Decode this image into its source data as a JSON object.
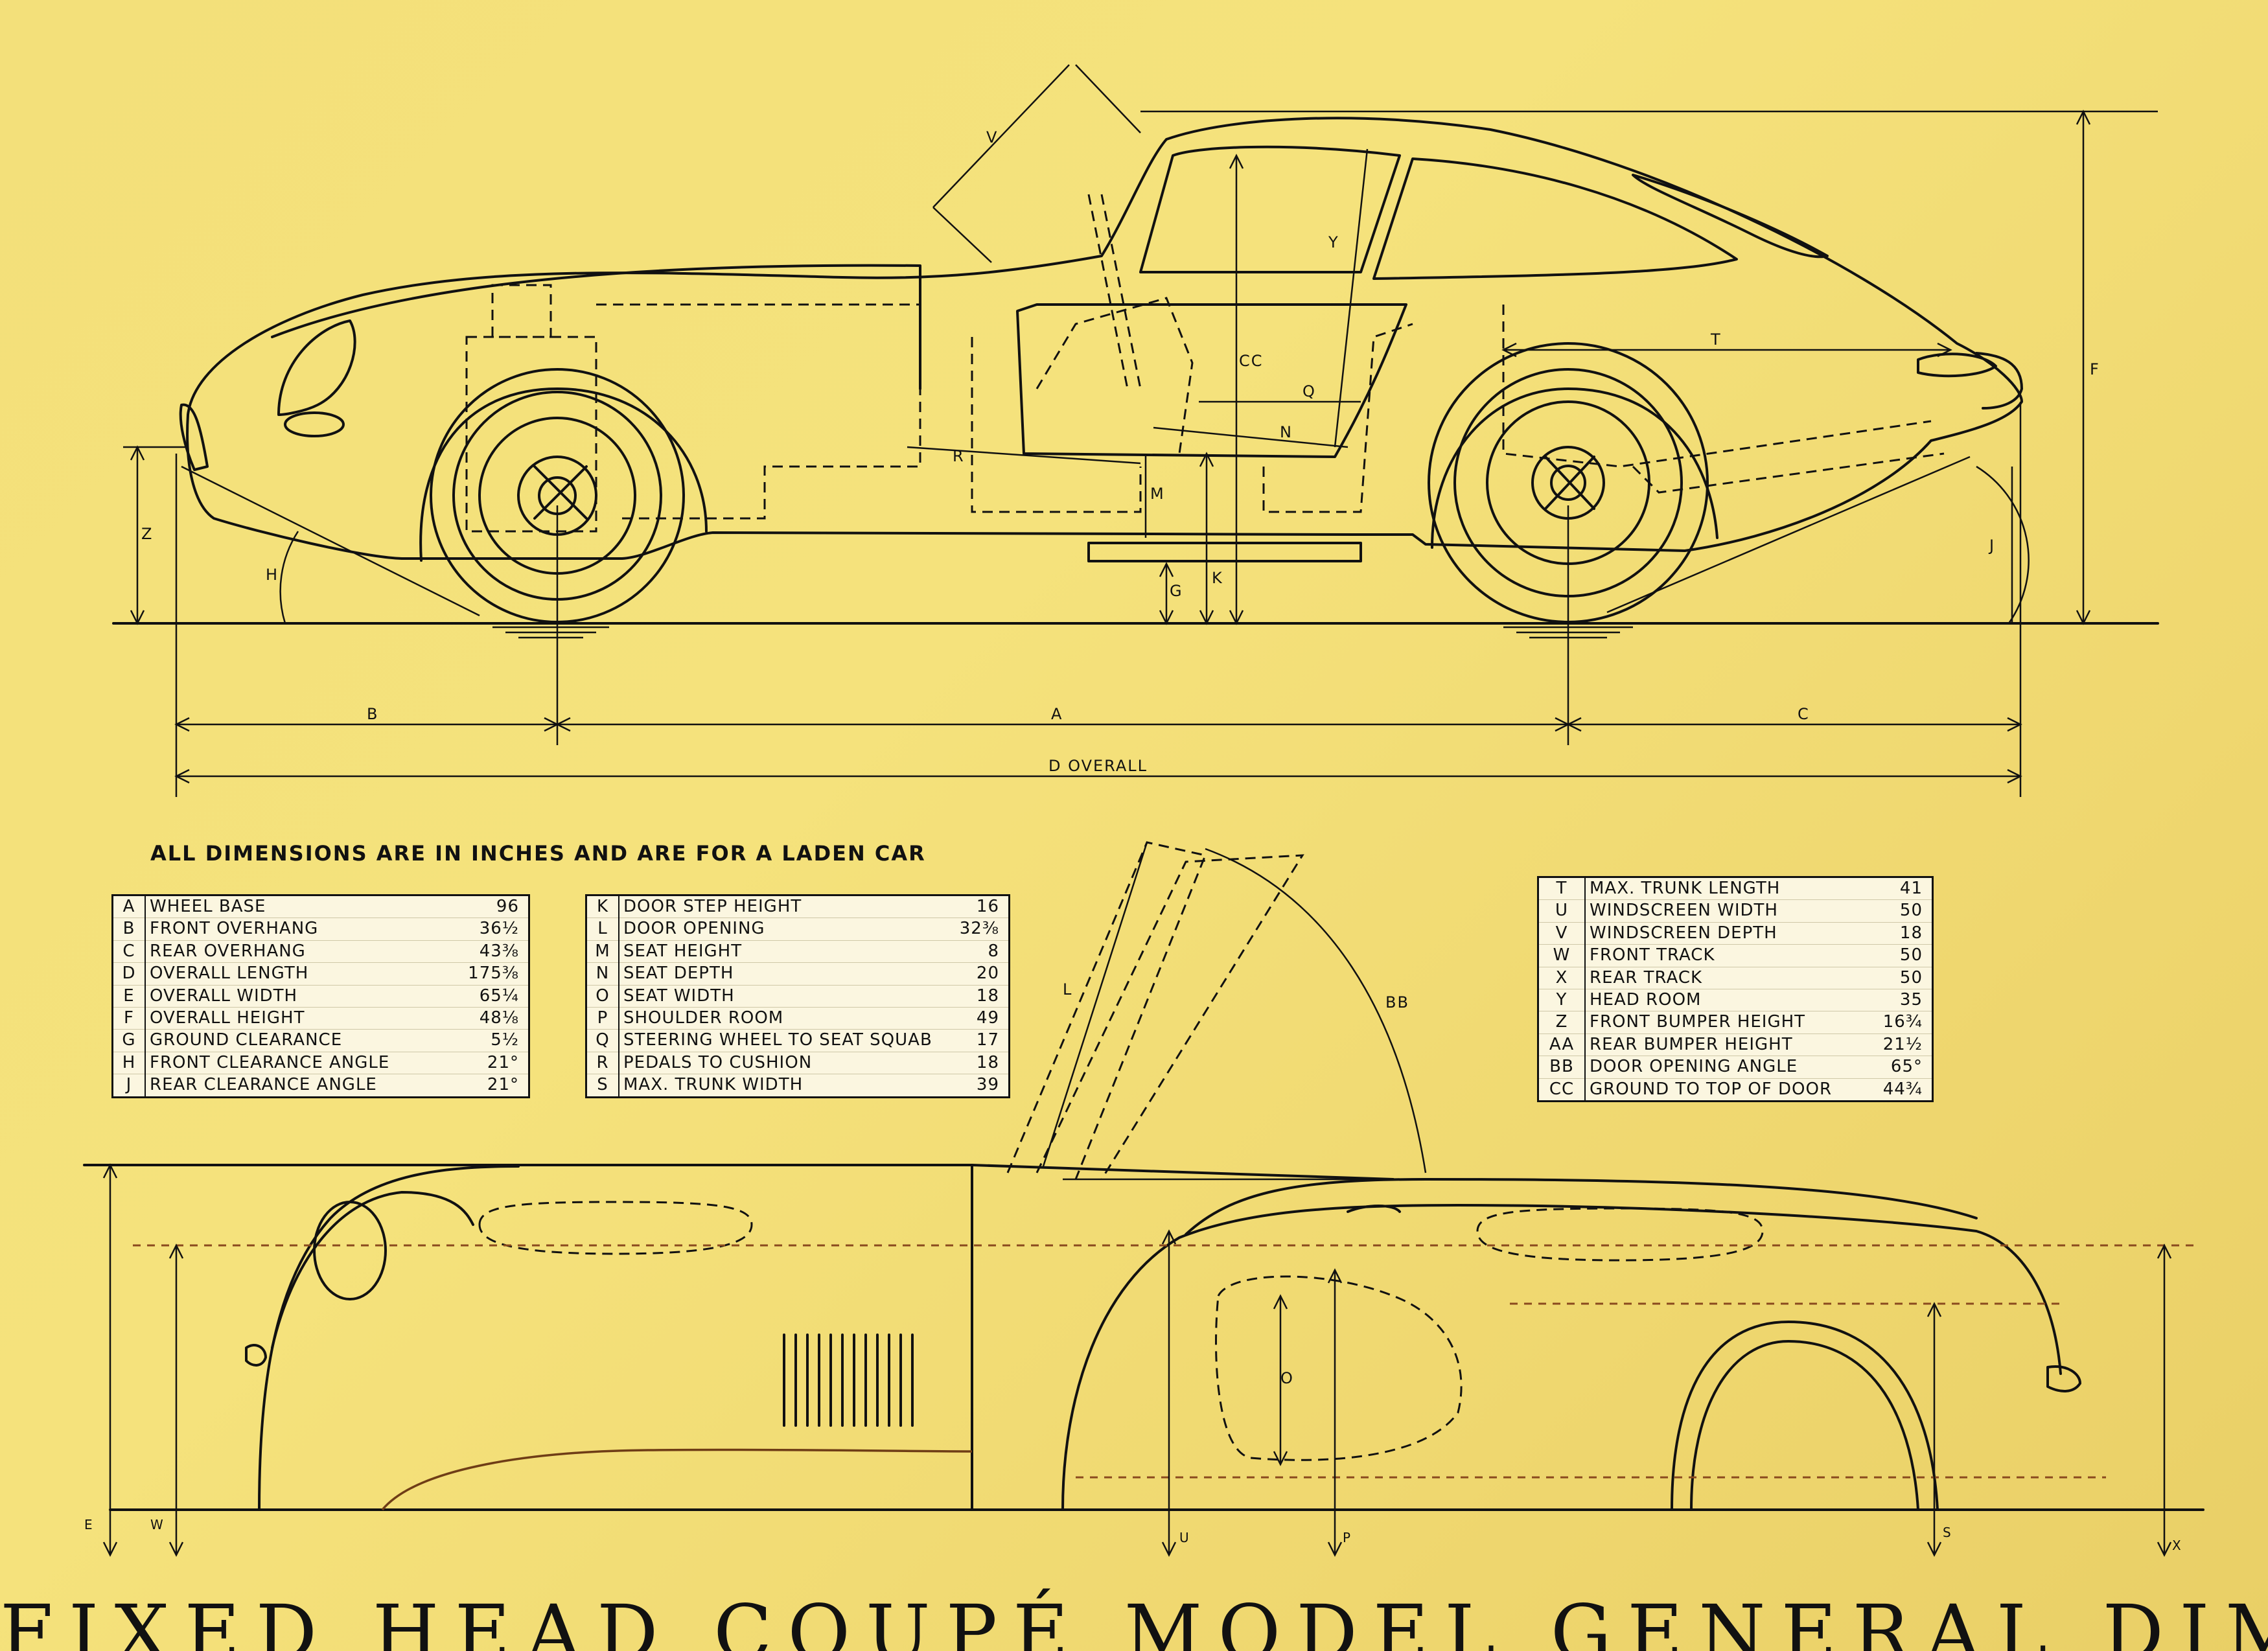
{
  "note": "ALL DIMENSIONS ARE IN INCHES AND ARE FOR A LADEN CAR",
  "title": "FIXED HEAD COUPÉ MODEL GENERAL DIMENSIONS",
  "colors": {
    "paper": "#f4e07a",
    "ink": "#111111",
    "guide": "#8a4a1e"
  },
  "diagram_labels": {
    "side": {
      "A": "A",
      "B": "B",
      "C": "C",
      "D": "D OVERALL",
      "F": "F",
      "G": "G",
      "H": "H",
      "J": "J",
      "K": "K",
      "M": "M",
      "N": "N",
      "Q": "Q",
      "R": "R",
      "T": "T",
      "V": "V",
      "Y": "Y",
      "Z": "Z",
      "CC": "CC"
    },
    "front": {
      "E": "E",
      "W": "W",
      "U": "U",
      "P": "P",
      "O": "O",
      "S": "S",
      "X": "X",
      "L": "L",
      "BB": "BB"
    }
  },
  "tables": {
    "left": [
      {
        "code": "A",
        "name": "WHEEL BASE",
        "value": "96"
      },
      {
        "code": "B",
        "name": "FRONT OVERHANG",
        "value": "36½"
      },
      {
        "code": "C",
        "name": "REAR OVERHANG",
        "value": "43⅜"
      },
      {
        "code": "D",
        "name": "OVERALL LENGTH",
        "value": "175⅜"
      },
      {
        "code": "E",
        "name": "OVERALL WIDTH",
        "value": "65¼"
      },
      {
        "code": "F",
        "name": "OVERALL HEIGHT",
        "value": "48⅛"
      },
      {
        "code": "G",
        "name": "GROUND CLEARANCE",
        "value": "5½"
      },
      {
        "code": "H",
        "name": "FRONT CLEARANCE ANGLE",
        "value": "21°"
      },
      {
        "code": "J",
        "name": "REAR CLEARANCE ANGLE",
        "value": "21°"
      }
    ],
    "middle": [
      {
        "code": "K",
        "name": "DOOR STEP HEIGHT",
        "value": "16"
      },
      {
        "code": "L",
        "name": "DOOR OPENING",
        "value": "32⅜"
      },
      {
        "code": "M",
        "name": "SEAT HEIGHT",
        "value": "8"
      },
      {
        "code": "N",
        "name": "SEAT DEPTH",
        "value": "20"
      },
      {
        "code": "O",
        "name": "SEAT WIDTH",
        "value": "18"
      },
      {
        "code": "P",
        "name": "SHOULDER ROOM",
        "value": "49"
      },
      {
        "code": "Q",
        "name": "STEERING WHEEL TO SEAT SQUAB",
        "value": "17"
      },
      {
        "code": "R",
        "name": "PEDALS TO CUSHION",
        "value": "18"
      },
      {
        "code": "S",
        "name": "MAX. TRUNK WIDTH",
        "value": "39"
      }
    ],
    "right": [
      {
        "code": "T",
        "name": "MAX. TRUNK LENGTH",
        "value": "41"
      },
      {
        "code": "U",
        "name": "WINDSCREEN WIDTH",
        "value": "50"
      },
      {
        "code": "V",
        "name": "WINDSCREEN DEPTH",
        "value": "18"
      },
      {
        "code": "W",
        "name": "FRONT TRACK",
        "value": "50"
      },
      {
        "code": "X",
        "name": "REAR TRACK",
        "value": "50"
      },
      {
        "code": "Y",
        "name": "HEAD ROOM",
        "value": "35"
      },
      {
        "code": "Z",
        "name": "FRONT BUMPER HEIGHT",
        "value": "16¾"
      },
      {
        "code": "AA",
        "name": "REAR BUMPER HEIGHT",
        "value": "21½"
      },
      {
        "code": "BB",
        "name": "DOOR OPENING ANGLE",
        "value": "65°"
      },
      {
        "code": "CC",
        "name": "GROUND TO TOP OF DOOR",
        "value": "44¾"
      }
    ]
  }
}
